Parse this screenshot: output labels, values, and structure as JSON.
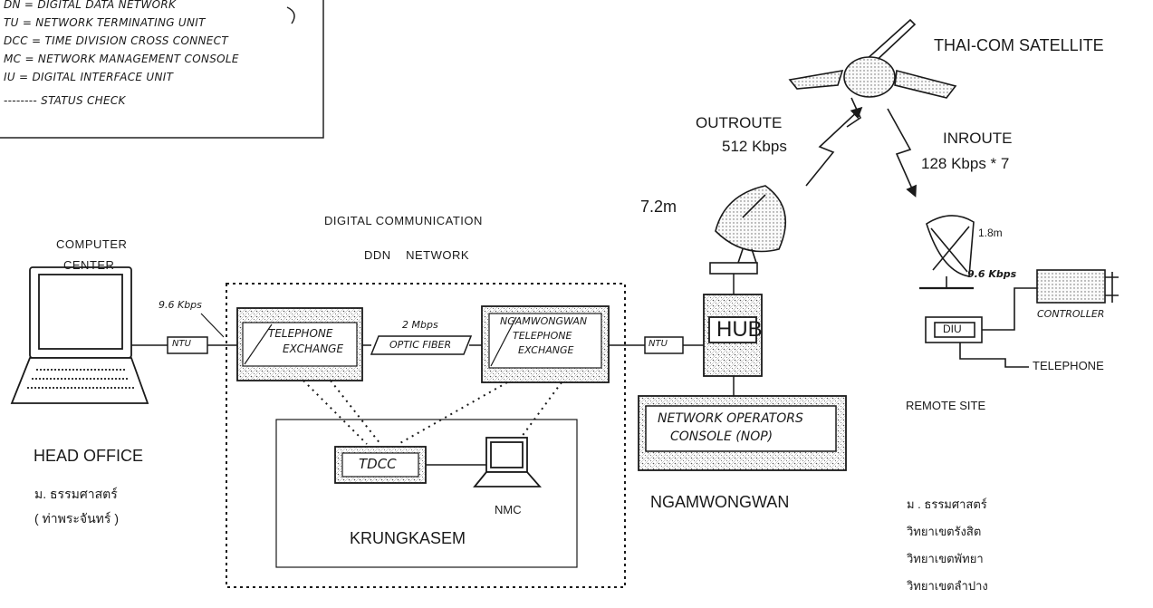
{
  "legend": {
    "lines": [
      "DN = DIGITAL DATA NETWORK",
      "TU = NETWORK TERMINATING UNIT",
      "DCC = TIME DIVISION CROSS CONNECT",
      "MC = NETWORK MANAGEMENT CONSOLE",
      "IU = DIGITAL INTERFACE UNIT",
      "-------- STATUS CHECK"
    ]
  },
  "satellite": {
    "label": "THAI-COM SATELLITE",
    "outroute": "OUTROUTE",
    "outroute_rate": "512 Kbps",
    "inroute": "INROUTE",
    "inroute_rate": "128 Kbps * 7"
  },
  "hub_site": {
    "dish_size": "7.2m",
    "hub_label": "HUB",
    "nop_line1": "NETWORK OPERATORS",
    "nop_line2": "CONSOLE (NOP)",
    "site_name": "NGAMWONGWAN"
  },
  "ddn": {
    "title_line1": "DIGITAL COMMUNICATION",
    "title_line2": "DDN    NETWORK",
    "exchange_left_line1": "TELEPHONE",
    "exchange_left_line2": "EXCHANGE",
    "link_rate": "2 Mbps",
    "optic_fiber": "OPTIC FIBER",
    "exchange_right_line1": "NGAMWONGWAN",
    "exchange_right_line2": "TELEPHONE",
    "exchange_right_line3": "EXCHANGE",
    "tdcc": "TDCC",
    "nmc": "NMC",
    "krungkasem": "KRUNGKASEM"
  },
  "head_office": {
    "computer_line1": "COMPUTER",
    "computer_line2": "CENTER",
    "rate": "9.6 Kbps",
    "ntu": "NTU",
    "name": "HEAD OFFICE",
    "thai_line1": "ม. ธรรมศาสตร์",
    "thai_line2": "( ท่าพระจันทร์ )"
  },
  "hub_ntu": "NTU",
  "remote": {
    "dish_size": "1.8m",
    "rate": "9.6 Kbps",
    "controller": "CONTROLLER",
    "diu": "DIU",
    "telephone": "TELEPHONE",
    "site_label": "REMOTE SITE",
    "thai_lines": [
      "ม . ธรรมศาสตร์",
      "วิทยาเขตรังสิต",
      "วิทยาเขตพัทยา",
      "วิทยาเขตลำปาง"
    ]
  }
}
